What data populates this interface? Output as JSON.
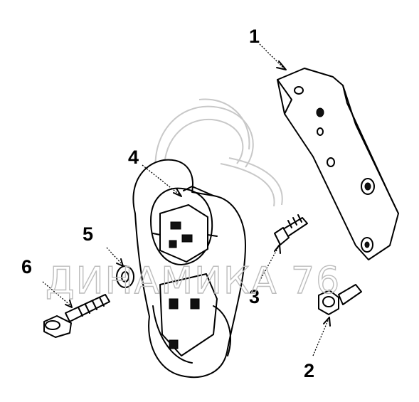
{
  "callouts": {
    "c1": "1",
    "c2": "2",
    "c3": "3",
    "c4": "4",
    "c5": "5",
    "c6": "6"
  },
  "watermark": {
    "text": "ДИНАМИКА 76"
  }
}
